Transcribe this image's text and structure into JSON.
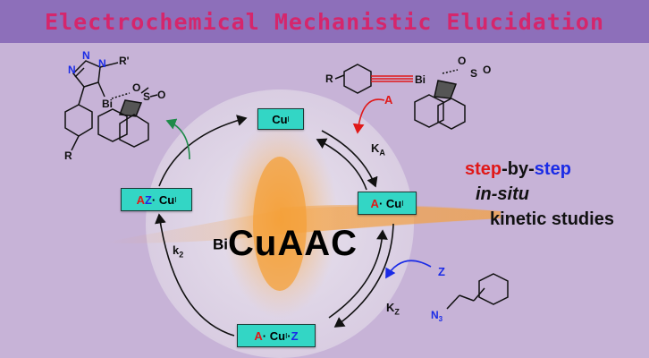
{
  "banner": {
    "title": "Electrochemical Mechanistic Elucidation"
  },
  "catalyst": {
    "prefix": "Bi",
    "name": "CuAAC"
  },
  "cycle": {
    "cu": "Cu",
    "cu_sup": "I",
    "a_cu": {
      "a": "A",
      "dot": " · Cu",
      "sup": "I"
    },
    "a_cu_z": {
      "a": "A",
      "mid": " · Cu",
      "sup": "I",
      "dot2": " · ",
      "z": "Z"
    },
    "az_cu": {
      "a": "A",
      "z": "Z",
      "dot": " · Cu",
      "sup": "I"
    }
  },
  "rates": {
    "ka": "K",
    "ka_sub": "A",
    "kz": "K",
    "kz_sub": "Z",
    "k2": "k",
    "k2_sub": "2"
  },
  "reagents": {
    "a_label": "A",
    "z_label": "Z"
  },
  "slogan": {
    "step1": "step",
    "dash1": "-by-",
    "step2": "step",
    "insitu": "in-situ",
    "kinetic": "kinetic studies"
  },
  "molecules": {
    "product_n1": "N",
    "product_n2": "N",
    "product_n3": "N",
    "product_r1": "R'",
    "product_bi": "Bi",
    "product_o": "O",
    "product_s": "S",
    "product_o2": "O",
    "product_r": "R",
    "alkyne_r": "R",
    "alkyne_bi": "Bi",
    "alkyne_o": "O",
    "alkyne_s": "S",
    "alkyne_o2": "O",
    "azide_n": "N",
    "azide_sub": "3"
  },
  "colors": {
    "banner": "#8d6fba",
    "title": "#d5266c",
    "box": "#33d6c5",
    "glow": "#f5a23c",
    "red": "#e01818",
    "blue": "#1a2be6",
    "green": "#1f8a4a"
  }
}
